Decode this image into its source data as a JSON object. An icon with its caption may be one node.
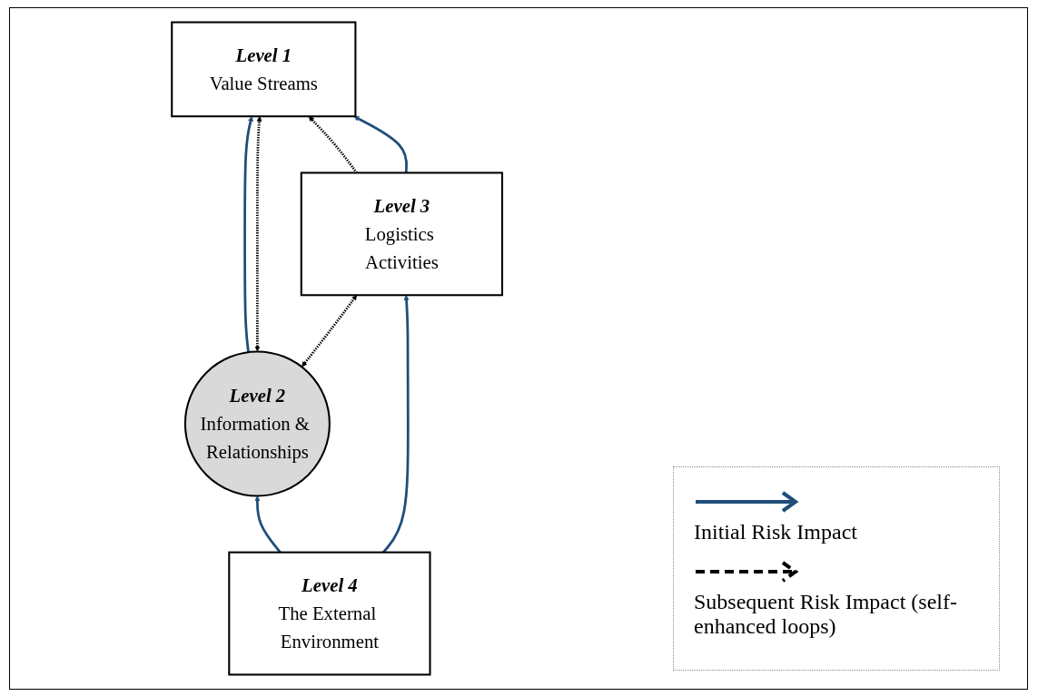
{
  "diagram": {
    "nodes": [
      {
        "text": [
          "Level 1",
          "Value Streams"
        ]
      },
      {
        "text": [
          "Level 2",
          "Information & Relationships"
        ]
      },
      {
        "text": [
          "Level 3",
          "Logistics Activities"
        ]
      },
      {
        "text": [
          "Level 4",
          "The External Environment"
        ]
      }
    ],
    "edges": [
      {
        "from": 1,
        "to": 0,
        "arrow": "to"
      },
      {
        "from": 1,
        "to": 0,
        "arrow": "both",
        "style": "dashed",
        "color": "#000000"
      },
      {
        "from": 2,
        "to": 0,
        "arrow": "to",
        "style": "dashed",
        "color": "#000000"
      },
      {
        "from": 2,
        "to": 0,
        "arrow": "to"
      },
      {
        "from": 1,
        "to": 2,
        "arrow": "both",
        "style": "dashed",
        "color": "#000000"
      },
      {
        "from": 3,
        "to": 1,
        "arrow": "to"
      },
      {
        "from": 3,
        "to": 2,
        "arrow": "to"
      }
    ],
    "legend": [
      {
        "text": "Initial Risk Impact"
      },
      {
        "text": "Subsequent Risk Impact (self-enhanced loops)"
      }
    ]
  }
}
